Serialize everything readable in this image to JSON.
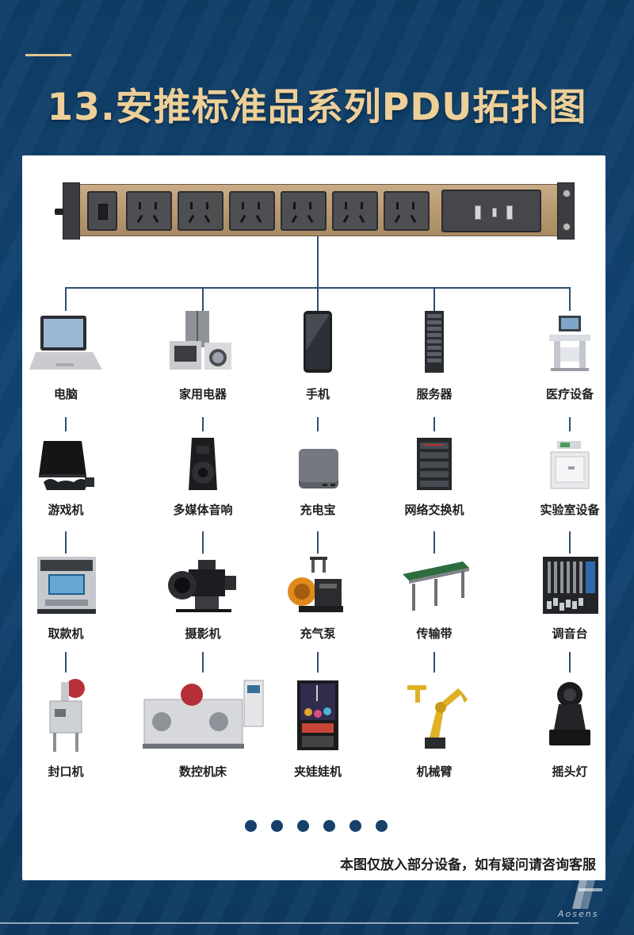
{
  "title": "13.安推标准品系列PDU拓扑图",
  "footer_note": "本图仅放入部分设备，如有疑问请咨询客服",
  "brand_name": "Aosens",
  "colors": {
    "title_gold": "#edcf98",
    "background_blue": "#114574",
    "line_blue": "#2f4e72",
    "dot_blue": "#17406b"
  },
  "devices": [
    [
      {
        "label": "电脑",
        "icon": "laptop-icon"
      },
      {
        "label": "家用电器",
        "icon": "home-appliance-icon"
      },
      {
        "label": "手机",
        "icon": "mobile-phone-icon"
      },
      {
        "label": "服务器",
        "icon": "server-rack-icon"
      },
      {
        "label": "医疗设备",
        "icon": "medical-equipment-icon"
      }
    ],
    [
      {
        "label": "游戏机",
        "icon": "game-console-icon"
      },
      {
        "label": "多媒体音响",
        "icon": "speaker-icon"
      },
      {
        "label": "充电宝",
        "icon": "power-bank-icon"
      },
      {
        "label": "网络交换机",
        "icon": "network-switch-icon"
      },
      {
        "label": "实验室设备",
        "icon": "lab-equipment-icon"
      }
    ],
    [
      {
        "label": "取款机",
        "icon": "atm-icon"
      },
      {
        "label": "摄影机",
        "icon": "video-camera-icon"
      },
      {
        "label": "充气泵",
        "icon": "air-pump-icon"
      },
      {
        "label": "传输带",
        "icon": "conveyor-belt-icon"
      },
      {
        "label": "调音台",
        "icon": "mixing-console-icon"
      }
    ],
    [
      {
        "label": "封口机",
        "icon": "sealing-machine-icon"
      },
      {
        "label": "数控机床",
        "icon": "cnc-machine-icon"
      },
      {
        "label": "夹娃娃机",
        "icon": "claw-machine-icon"
      },
      {
        "label": "机械臂",
        "icon": "robot-arm-icon"
      },
      {
        "label": "摇头灯",
        "icon": "moving-head-light-icon"
      }
    ]
  ]
}
